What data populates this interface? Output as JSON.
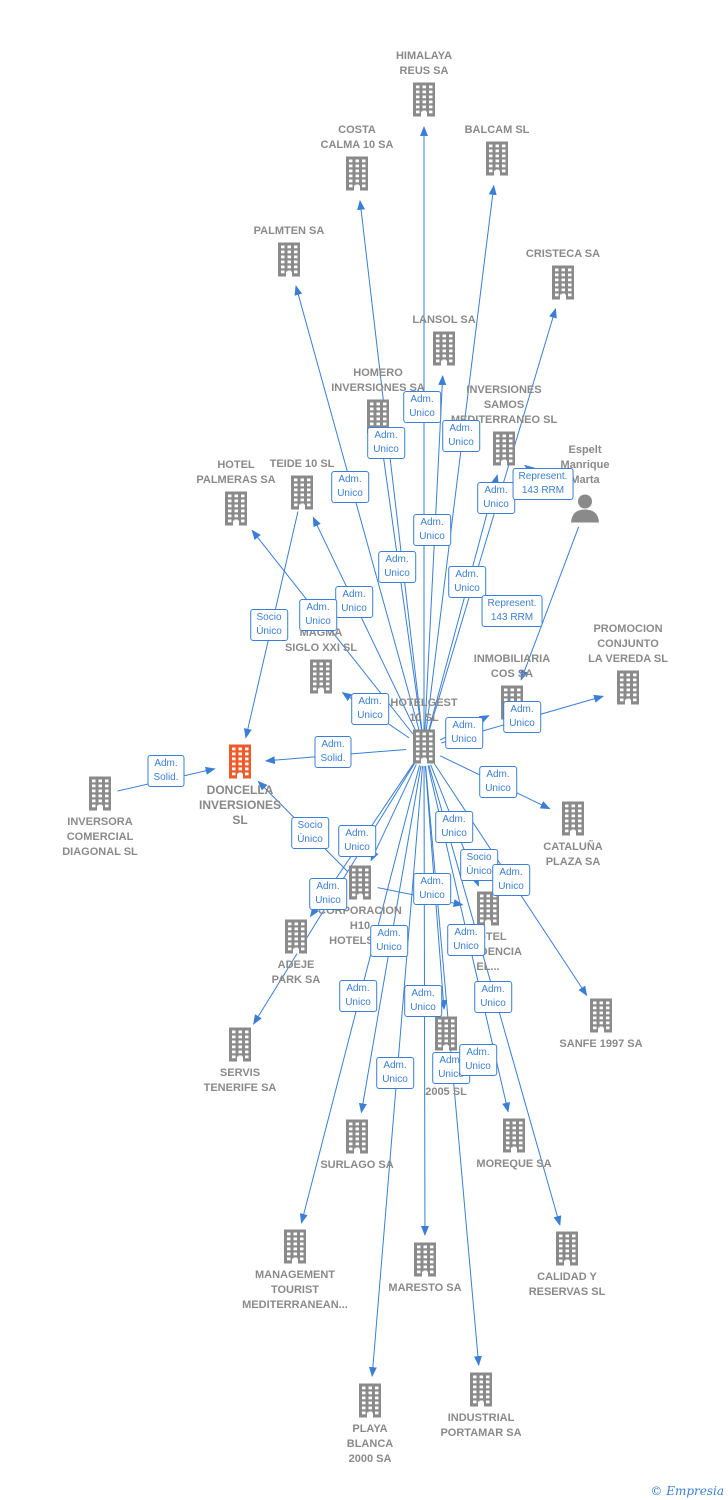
{
  "colors": {
    "edge": "#3a7fd5",
    "node": "#8a8a8a",
    "focus": "#f05a28"
  },
  "icons": {
    "company": "building-icon",
    "person": "person-icon"
  },
  "nodes": [
    {
      "id": "hotelgest",
      "label": "HOTELGEST\n10 SL",
      "type": "company"
    },
    {
      "id": "doncella",
      "label": "DONCELLA\nINVERSIONES\nSL",
      "type": "company",
      "focus": true
    },
    {
      "id": "himalaya",
      "label": "HIMALAYA\nREUS SA",
      "type": "company"
    },
    {
      "id": "costa",
      "label": "COSTA\nCALMA 10 SA",
      "type": "company"
    },
    {
      "id": "balcam",
      "label": "BALCAM SL",
      "type": "company"
    },
    {
      "id": "palmten",
      "label": "PALMTEN SA",
      "type": "company"
    },
    {
      "id": "cristeca",
      "label": "CRISTECA SA",
      "type": "company"
    },
    {
      "id": "lansol",
      "label": "LANSOL SA",
      "type": "company"
    },
    {
      "id": "homero",
      "label": "HOMERO\nINVERSIONES SA",
      "type": "company"
    },
    {
      "id": "samos",
      "label": "INVERSIONES\nSAMOS\nMEDITERRANEO SL",
      "type": "company"
    },
    {
      "id": "espelt",
      "label": "Espelt\nManrique\nMarta",
      "type": "person"
    },
    {
      "id": "teide",
      "label": "TEIDE 10 SL",
      "type": "company"
    },
    {
      "id": "palmeras",
      "label": "HOTEL\nPALMERAS SA",
      "type": "company"
    },
    {
      "id": "magma",
      "label": "MAGMA\nSIGLO XXI SL",
      "type": "company"
    },
    {
      "id": "cos",
      "label": "INMOBILIARIA\nCOS SA",
      "type": "company"
    },
    {
      "id": "promocion",
      "label": "PROMOCION\nCONJUNTO\nLA VEREDA SL",
      "type": "company"
    },
    {
      "id": "inversora",
      "label": "INVERSORA\nCOMERCIAL\nDIAGONAL  SL",
      "type": "company"
    },
    {
      "id": "cataluna",
      "label": "CATALUÑA\nPLAZA SA",
      "type": "company"
    },
    {
      "id": "h10",
      "label": "CORPORACION\nH10\nHOTELS SL",
      "type": "company"
    },
    {
      "id": "residencia",
      "label": "HOTEL\nRESIDENCIA\nEL...",
      "type": "company"
    },
    {
      "id": "adeje",
      "label": "ADEJE\nPARK SA",
      "type": "company"
    },
    {
      "id": "servis",
      "label": "SERVIS\nTENERIFE SA",
      "type": "company"
    },
    {
      "id": "sanfe",
      "label": "SANFE 1997 SA",
      "type": "company"
    },
    {
      "id": "pcanarias",
      "label": "P\nCA\n2005 SL",
      "type": "company"
    },
    {
      "id": "surlago",
      "label": "SURLAGO SA",
      "type": "company"
    },
    {
      "id": "moreque",
      "label": "MOREQUE SA",
      "type": "company"
    },
    {
      "id": "management",
      "label": "MANAGEMENT\nTOURIST\nMEDITERRANEAN...",
      "type": "company"
    },
    {
      "id": "maresto",
      "label": "MARESTO SA",
      "type": "company"
    },
    {
      "id": "calidad",
      "label": "CALIDAD Y\nRESERVAS SL",
      "type": "company"
    },
    {
      "id": "playa",
      "label": "PLAYA\nBLANCA\n2000 SA",
      "type": "company"
    },
    {
      "id": "portamar",
      "label": "INDUSTRIAL\nPORTAMAR SA",
      "type": "company"
    }
  ],
  "edges": [
    {
      "from": "hotelgest",
      "to": "himalaya",
      "label": "Adm.\nUnico"
    },
    {
      "from": "hotelgest",
      "to": "costa",
      "label": "Adm.\nUnico"
    },
    {
      "from": "hotelgest",
      "to": "balcam",
      "label": "Adm.\nUnico"
    },
    {
      "from": "hotelgest",
      "to": "palmten",
      "label": "Adm.\nUnico"
    },
    {
      "from": "hotelgest",
      "to": "cristeca",
      "label": "Adm.\nUnico"
    },
    {
      "from": "hotelgest",
      "to": "lansol",
      "label": "Adm.\nUnico"
    },
    {
      "from": "hotelgest",
      "to": "homero",
      "label": "Adm.\nUnico"
    },
    {
      "from": "hotelgest",
      "to": "samos",
      "label": "Adm.\nUnico"
    },
    {
      "from": "espelt",
      "to": "samos",
      "label": "Represent.\n143 RRM"
    },
    {
      "from": "espelt",
      "to": "cos",
      "label": "Represent.\n143 RRM"
    },
    {
      "from": "hotelgest",
      "to": "teide",
      "label": "Adm.\nUnico"
    },
    {
      "from": "hotelgest",
      "to": "palmeras",
      "label": "Adm.\nUnico"
    },
    {
      "from": "teide",
      "to": "doncella",
      "label": "Socio\nÚnico"
    },
    {
      "from": "hotelgest",
      "to": "magma",
      "label": "Adm.\nUnico"
    },
    {
      "from": "hotelgest",
      "to": "cos",
      "label": "Adm.\nUnico"
    },
    {
      "from": "hotelgest",
      "to": "promocion",
      "label": "Adm.\nUnico"
    },
    {
      "from": "hotelgest",
      "to": "doncella",
      "label": "Adm.\nSolid."
    },
    {
      "from": "inversora",
      "to": "doncella",
      "label": "Adm.\nSolid."
    },
    {
      "from": "hotelgest",
      "to": "cataluna",
      "label": "Adm.\nUnico"
    },
    {
      "from": "h10",
      "to": "doncella",
      "label": "Socio\nÚnico"
    },
    {
      "from": "hotelgest",
      "to": "h10",
      "label": "Adm.\nUnico"
    },
    {
      "from": "hotelgest",
      "to": "residencia",
      "label": "Adm.\nUnico"
    },
    {
      "from": "h10",
      "to": "residencia",
      "label": "Socio\nÚnico"
    },
    {
      "from": "hotelgest",
      "to": "adeje",
      "label": "Adm.\nUnico"
    },
    {
      "from": "hotelgest",
      "to": "servis",
      "label": "Adm.\nUnico"
    },
    {
      "from": "hotelgest",
      "to": "sanfe",
      "label": "Adm.\nUnico"
    },
    {
      "from": "hotelgest",
      "to": "pcanarias",
      "label": "Adm.\nUnico"
    },
    {
      "from": "hotelgest",
      "to": "surlago",
      "label": "Adm.\nUnico"
    },
    {
      "from": "hotelgest",
      "to": "moreque",
      "label": "Adm.\nUnico"
    },
    {
      "from": "hotelgest",
      "to": "management",
      "label": "Adm.\nUnico"
    },
    {
      "from": "hotelgest",
      "to": "maresto",
      "label": "Adm.\nUnico"
    },
    {
      "from": "hotelgest",
      "to": "calidad",
      "label": "Adm.\nUnico"
    },
    {
      "from": "hotelgest",
      "to": "playa",
      "label": "Adm.\nUnico"
    },
    {
      "from": "hotelgest",
      "to": "portamar",
      "label": "Adm.\nUnico"
    }
  ],
  "watermark": "© Empresia"
}
